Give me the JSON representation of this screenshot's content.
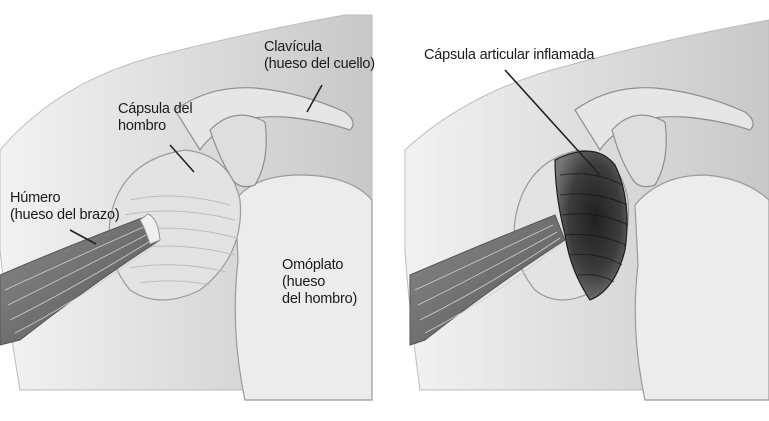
{
  "figures": [
    {
      "name": "normal-shoulder",
      "labels": {
        "clavicle": "Clavícula\n(hueso del cuello)",
        "capsule": "Cápsula del\nhombro",
        "humerus": "Húmero\n(hueso del brazo)",
        "scapula": "Omóplato\n(hueso\ndel hombro)"
      }
    },
    {
      "name": "inflamed-shoulder",
      "labels": {
        "inflamed_capsule": "Cápsula articular inflamada"
      }
    }
  ],
  "colors": {
    "background": "#ffffff",
    "skin_shade": "#d9d9d9",
    "bone": "#ececec",
    "bone_outline": "#9a9a9a",
    "inflamed": "#3a3a3a",
    "text": "#1a1a1a"
  }
}
